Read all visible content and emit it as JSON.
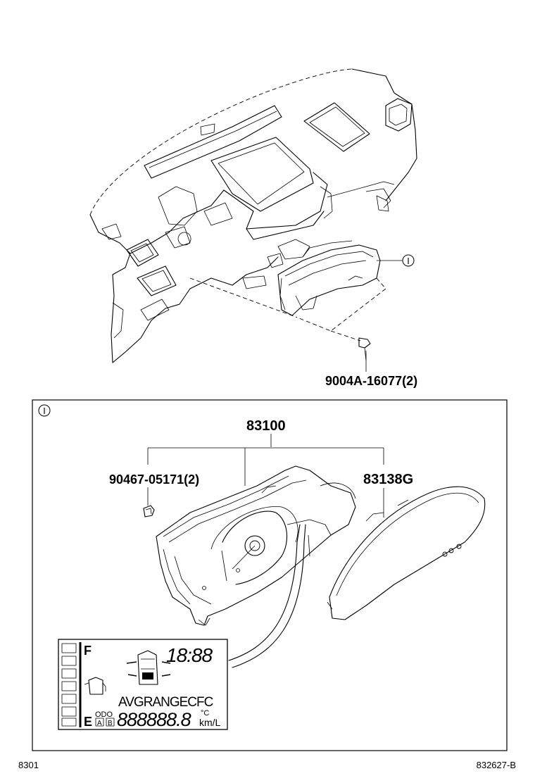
{
  "parts": {
    "callout_symbol": "Ⅰ",
    "cluster_screw": "9004A-16077(2)",
    "assembly": "83100",
    "bulb_socket": "90467-05171(2)",
    "glass": "83138G"
  },
  "lcd": {
    "fuel_full": "F",
    "fuel_empty": "E",
    "clock": "18:88",
    "mode_labels": "AVGRANGECFC",
    "odo_label": "ODO",
    "trip_a": "A",
    "trip_b": "B",
    "odometer": "888888.8",
    "temp_unit": "°C",
    "distance_unit": "km/L"
  },
  "footer": {
    "left_code": "8301",
    "right_code": "832627-B"
  }
}
